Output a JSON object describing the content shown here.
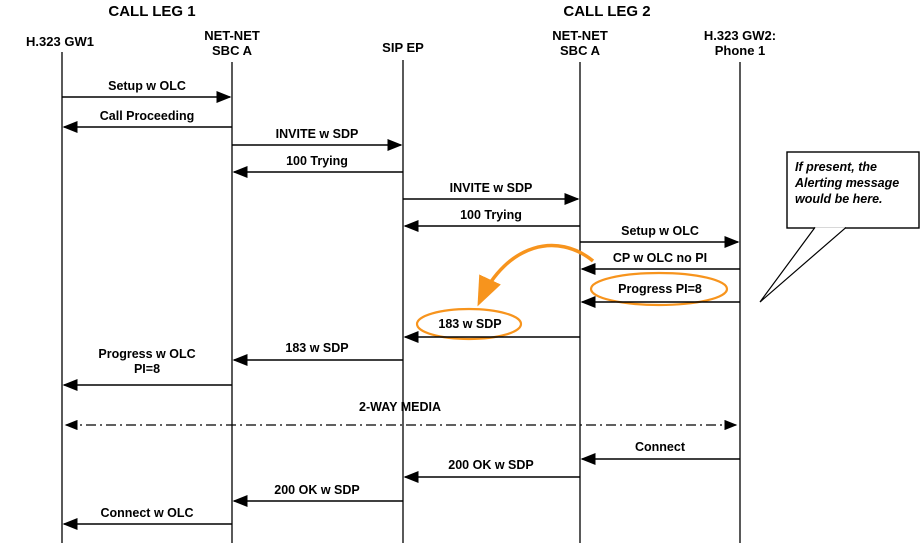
{
  "diagram": {
    "type": "sequence-diagram",
    "call_legs": [
      {
        "label": "CALL LEG 1"
      },
      {
        "label": "CALL LEG 2"
      }
    ],
    "participants": [
      {
        "name": "H.323 GW1",
        "lines": [
          "H.323 GW1"
        ]
      },
      {
        "name": "NET-NET SBC A (leg1)",
        "lines": [
          "NET-NET",
          "SBC A"
        ]
      },
      {
        "name": "SIP EP",
        "lines": [
          "SIP EP"
        ]
      },
      {
        "name": "NET-NET SBC A (leg2)",
        "lines": [
          "NET-NET",
          "SBC A"
        ]
      },
      {
        "name": "H.323 GW2: Phone 1",
        "lines": [
          "H.323 GW2:",
          "Phone 1"
        ]
      }
    ],
    "messages": [
      {
        "label": "Setup w OLC",
        "from": "H.323 GW1",
        "to": "NET-NET SBC A (leg1)",
        "direction": "right"
      },
      {
        "label": "Call Proceeding",
        "from": "NET-NET SBC A (leg1)",
        "to": "H.323 GW1",
        "direction": "left"
      },
      {
        "label": "INVITE w SDP",
        "from": "NET-NET SBC A (leg1)",
        "to": "SIP EP",
        "direction": "right"
      },
      {
        "label": "100 Trying",
        "from": "SIP EP",
        "to": "NET-NET SBC A (leg1)",
        "direction": "left"
      },
      {
        "label": "INVITE w SDP",
        "from": "SIP EP",
        "to": "NET-NET SBC A (leg2)",
        "direction": "right"
      },
      {
        "label": "100 Trying",
        "from": "NET-NET SBC A (leg2)",
        "to": "SIP EP",
        "direction": "left"
      },
      {
        "label": "Setup w OLC",
        "from": "NET-NET SBC A (leg2)",
        "to": "H.323 GW2: Phone 1",
        "direction": "right"
      },
      {
        "label": "CP w OLC no PI",
        "from": "H.323 GW2: Phone 1",
        "to": "NET-NET SBC A (leg2)",
        "direction": "left"
      },
      {
        "label": "Progress PI=8",
        "from": "H.323 GW2: Phone 1",
        "to": "NET-NET SBC A (leg2)",
        "direction": "left",
        "highlighted": true
      },
      {
        "label": "183 w SDP",
        "from": "NET-NET SBC A (leg2)",
        "to": "SIP EP",
        "direction": "left",
        "highlighted": true
      },
      {
        "label": "183 w SDP",
        "from": "SIP EP",
        "to": "NET-NET SBC A (leg1)",
        "direction": "left"
      },
      {
        "lines": [
          "Progress w OLC",
          "PI=8"
        ],
        "from": "NET-NET SBC A (leg1)",
        "to": "H.323 GW1",
        "direction": "left"
      },
      {
        "label": "Connect",
        "from": "H.323 GW2: Phone 1",
        "to": "NET-NET SBC A (leg2)",
        "direction": "left"
      },
      {
        "label": "200 OK w SDP",
        "from": "NET-NET SBC A (leg2)",
        "to": "SIP EP",
        "direction": "left"
      },
      {
        "label": "200 OK w SDP",
        "from": "SIP EP",
        "to": "NET-NET SBC A (leg1)",
        "direction": "left"
      },
      {
        "label": "Connect w OLC",
        "from": "NET-NET SBC A (leg1)",
        "to": "H.323 GW1",
        "direction": "left"
      }
    ],
    "media_flow": {
      "label": "2-WAY MEDIA",
      "from": "H.323 GW1",
      "to": "H.323 GW2: Phone 1",
      "style": "dash-dot-double-arrow"
    },
    "callout": {
      "lines": [
        "If present, the",
        "Alerting message",
        "would be here."
      ]
    },
    "colors": {
      "highlight_orange": "#F7941D",
      "line_black": "#000000",
      "background": "#FFFFFF"
    }
  }
}
